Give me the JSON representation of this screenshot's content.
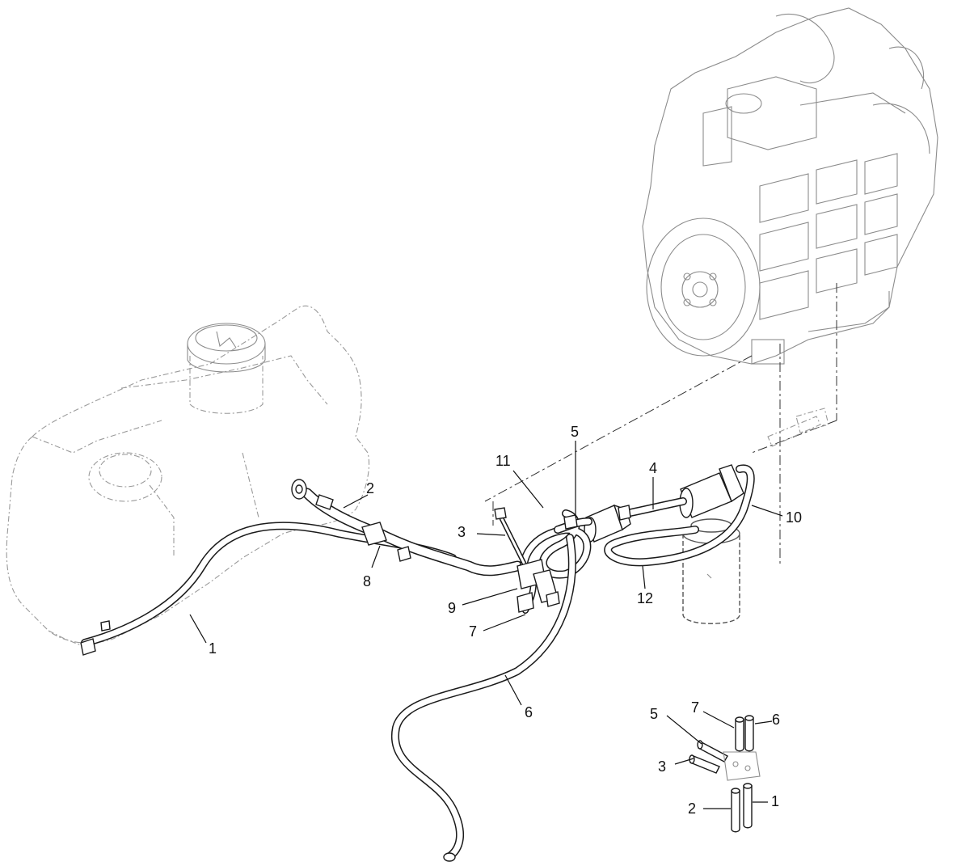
{
  "diagram": {
    "callouts_main": [
      "1",
      "2",
      "3",
      "4",
      "5",
      "6",
      "7",
      "8",
      "9",
      "10",
      "11",
      "12"
    ],
    "callouts_detail": [
      "1",
      "2",
      "3",
      "5",
      "6",
      "7"
    ],
    "components": [
      "engine",
      "fuel-tank",
      "fuel-filter",
      "fuel-pump",
      "fuel-hose-routing",
      "t-fitting-detail"
    ]
  }
}
